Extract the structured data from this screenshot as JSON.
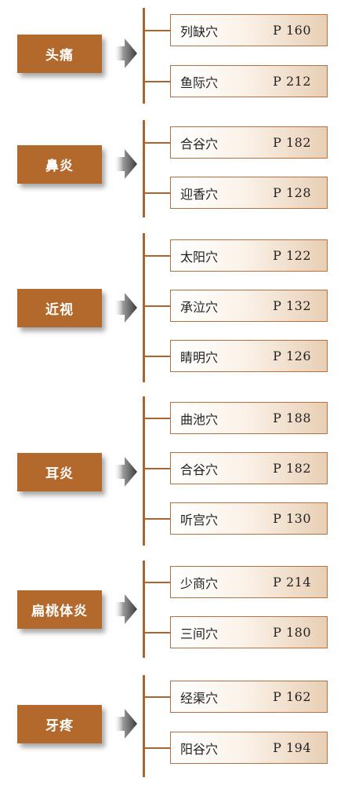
{
  "groups": [
    {
      "label": "头痛",
      "items": [
        {
          "name": "列缺穴",
          "page": "P 160"
        },
        {
          "name": "鱼际穴",
          "page": "P 212"
        }
      ]
    },
    {
      "label": "鼻炎",
      "items": [
        {
          "name": "合谷穴",
          "page": "P 182"
        },
        {
          "name": "迎香穴",
          "page": "P 128"
        }
      ]
    },
    {
      "label": "近视",
      "items": [
        {
          "name": "太阳穴",
          "page": "P 122"
        },
        {
          "name": "承泣穴",
          "page": "P 132"
        },
        {
          "name": "睛明穴",
          "page": "P 126"
        }
      ]
    },
    {
      "label": "耳炎",
      "items": [
        {
          "name": "曲池穴",
          "page": "P 188"
        },
        {
          "name": "合谷穴",
          "page": "P 182"
        },
        {
          "name": "听宫穴",
          "page": "P 130"
        }
      ]
    },
    {
      "label": "扁桃体炎",
      "items": [
        {
          "name": "少商穴",
          "page": "P 214"
        },
        {
          "name": "三间穴",
          "page": "P 180"
        }
      ]
    },
    {
      "label": "牙疼",
      "items": [
        {
          "name": "经渠穴",
          "page": "P 162"
        },
        {
          "name": "阳谷穴",
          "page": "P 194"
        }
      ]
    }
  ],
  "colors": {
    "label_bg": "#b3692b",
    "line": "#a9652f",
    "box_border": "#b5703d"
  },
  "icons": {
    "arrow": "gradient-arrow-right-icon"
  }
}
